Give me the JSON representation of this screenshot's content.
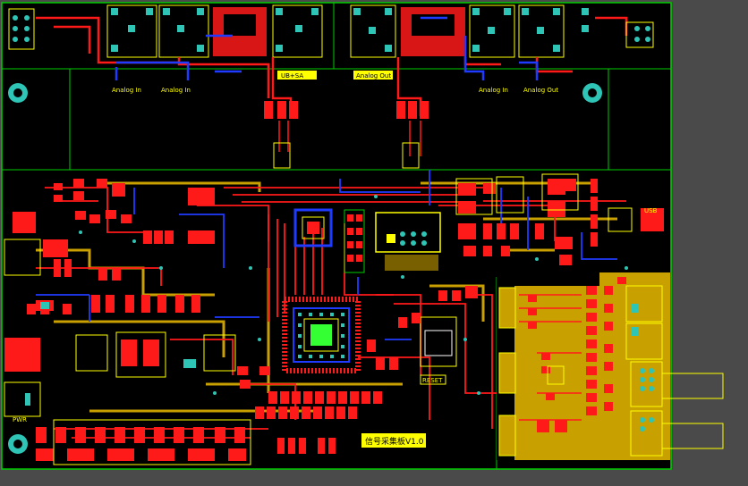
{
  "labels": {
    "top_connector_1": "Analog In",
    "top_connector_2": "Analog In",
    "top_connector_3": "UB+SA",
    "top_connector_4": "Analog Out",
    "top_connector_5": "Analog In",
    "top_connector_6": "Analog Out",
    "reset": "RESET",
    "power": "PWR",
    "board_name": "信号采集板V1.0",
    "component_tag": "USB"
  },
  "colors": {
    "background": "#000000",
    "top_copper": "#ff1a1a",
    "bottom_copper": "#1f3bff",
    "silkscreen": "#ffff00",
    "copper_pour": "#c8a000",
    "outline": "#00cc00",
    "panel_bg": "#4a4a4a"
  }
}
